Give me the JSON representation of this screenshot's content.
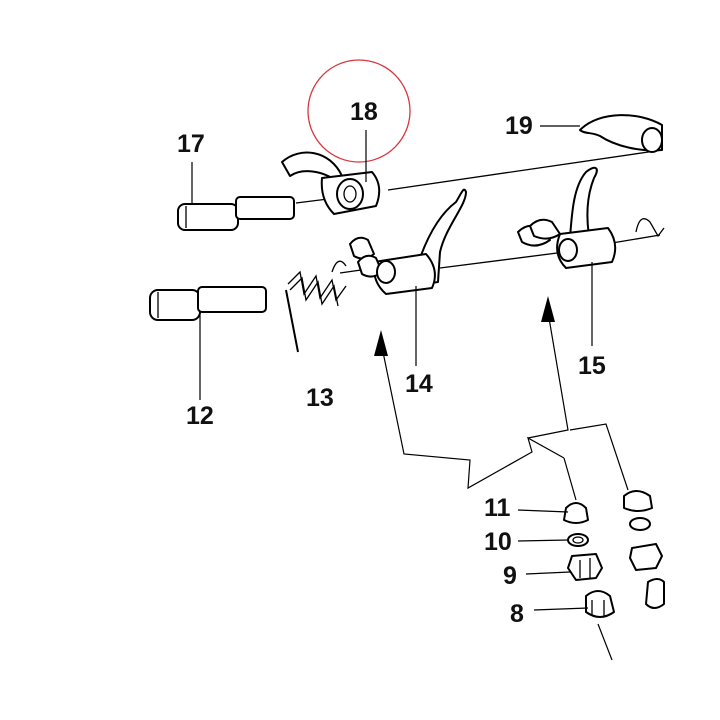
{
  "diagram": {
    "highlight_color": "#d9363e",
    "labels": {
      "p8": "8",
      "p9": "9",
      "p10": "10",
      "p11": "11",
      "p12": "12",
      "p13": "13",
      "p14": "14",
      "p15": "15",
      "p17": "17",
      "p18": "18",
      "p19": "19"
    }
  }
}
